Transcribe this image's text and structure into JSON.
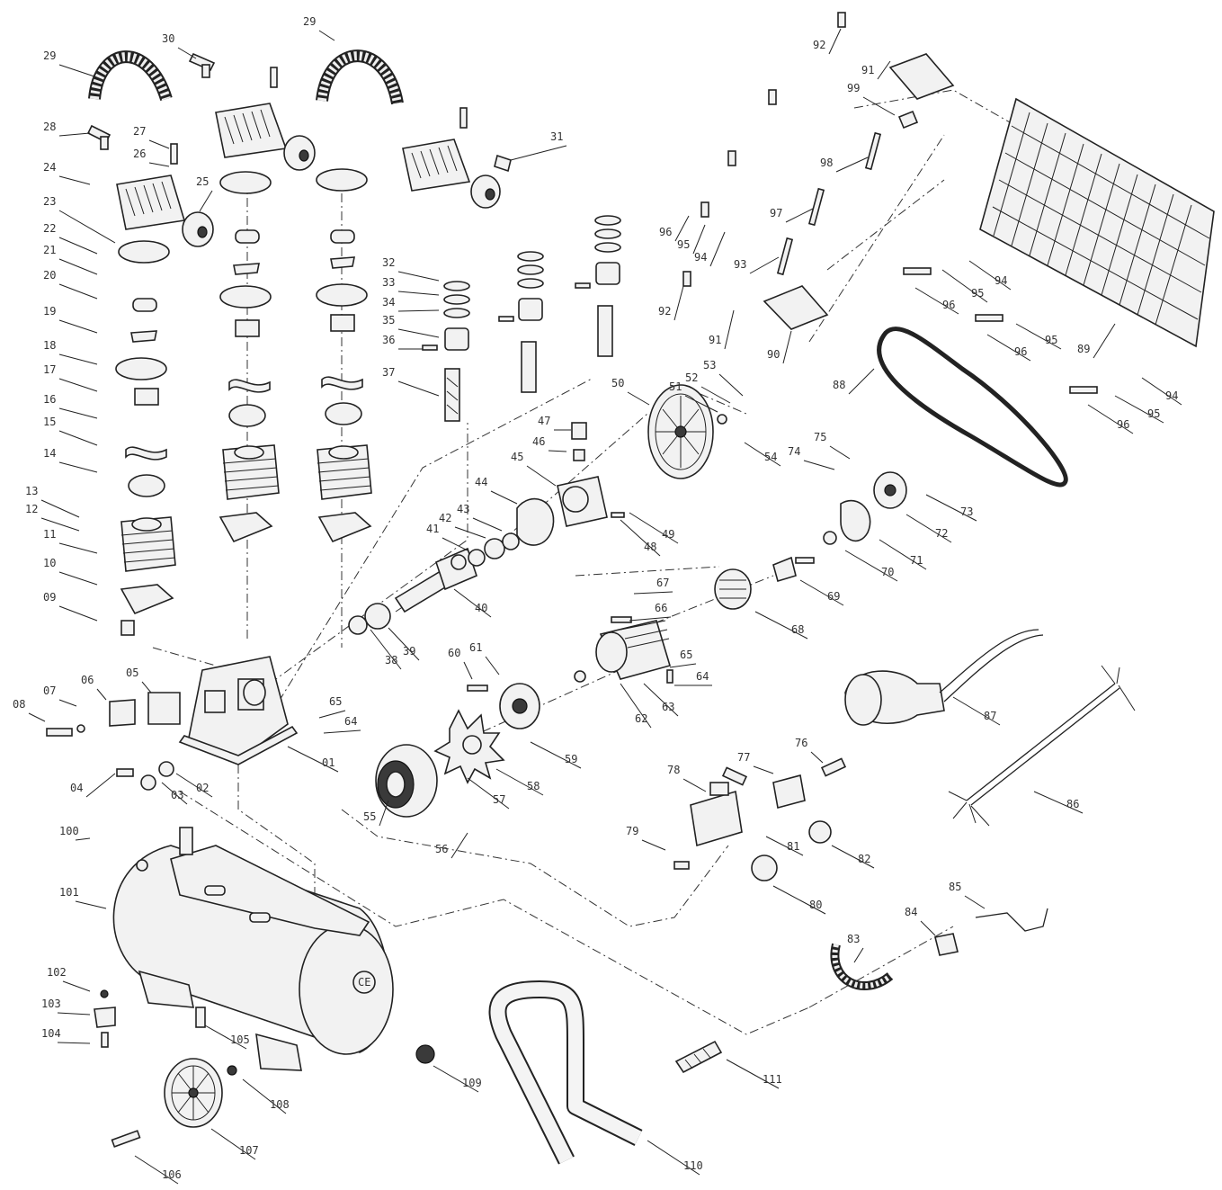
{
  "diagram": {
    "marks": {
      "ce_mark": "CE"
    },
    "labels": [
      {
        "id": "l29a",
        "text": "29"
      },
      {
        "id": "l30",
        "text": "30"
      },
      {
        "id": "l29b",
        "text": "29"
      },
      {
        "id": "l28",
        "text": "28"
      },
      {
        "id": "l27",
        "text": "27"
      },
      {
        "id": "l26",
        "text": "26"
      },
      {
        "id": "l25",
        "text": "25"
      },
      {
        "id": "l24",
        "text": "24"
      },
      {
        "id": "l23",
        "text": "23"
      },
      {
        "id": "l22",
        "text": "22"
      },
      {
        "id": "l21",
        "text": "21"
      },
      {
        "id": "l20",
        "text": "20"
      },
      {
        "id": "l19",
        "text": "19"
      },
      {
        "id": "l18",
        "text": "18"
      },
      {
        "id": "l17",
        "text": "17"
      },
      {
        "id": "l16",
        "text": "16"
      },
      {
        "id": "l15",
        "text": "15"
      },
      {
        "id": "l14",
        "text": "14"
      },
      {
        "id": "l13",
        "text": "13"
      },
      {
        "id": "l12",
        "text": "12"
      },
      {
        "id": "l11",
        "text": "11"
      },
      {
        "id": "l10",
        "text": "10"
      },
      {
        "id": "l09",
        "text": "09"
      },
      {
        "id": "l08",
        "text": "08"
      },
      {
        "id": "l07",
        "text": "07"
      },
      {
        "id": "l06",
        "text": "06"
      },
      {
        "id": "l05",
        "text": "05"
      },
      {
        "id": "l04",
        "text": "04"
      },
      {
        "id": "l03",
        "text": "03"
      },
      {
        "id": "l02",
        "text": "02"
      },
      {
        "id": "l01",
        "text": "01"
      },
      {
        "id": "l65a",
        "text": "65"
      },
      {
        "id": "l64a",
        "text": "64"
      },
      {
        "id": "l31",
        "text": "31"
      },
      {
        "id": "l32",
        "text": "32"
      },
      {
        "id": "l33",
        "text": "33"
      },
      {
        "id": "l34",
        "text": "34"
      },
      {
        "id": "l35",
        "text": "35"
      },
      {
        "id": "l36",
        "text": "36"
      },
      {
        "id": "l37",
        "text": "37"
      },
      {
        "id": "l38",
        "text": "38"
      },
      {
        "id": "l39",
        "text": "39"
      },
      {
        "id": "l40",
        "text": "40"
      },
      {
        "id": "l41",
        "text": "41"
      },
      {
        "id": "l42",
        "text": "42"
      },
      {
        "id": "l43",
        "text": "43"
      },
      {
        "id": "l44",
        "text": "44"
      },
      {
        "id": "l45",
        "text": "45"
      },
      {
        "id": "l46",
        "text": "46"
      },
      {
        "id": "l47",
        "text": "47"
      },
      {
        "id": "l48",
        "text": "48"
      },
      {
        "id": "l49",
        "text": "49"
      },
      {
        "id": "l50",
        "text": "50"
      },
      {
        "id": "l51",
        "text": "51"
      },
      {
        "id": "l52",
        "text": "52"
      },
      {
        "id": "l53",
        "text": "53"
      },
      {
        "id": "l54",
        "text": "54"
      },
      {
        "id": "l55",
        "text": "55"
      },
      {
        "id": "l56",
        "text": "56"
      },
      {
        "id": "l57",
        "text": "57"
      },
      {
        "id": "l58",
        "text": "58"
      },
      {
        "id": "l59",
        "text": "59"
      },
      {
        "id": "l60",
        "text": "60"
      },
      {
        "id": "l61",
        "text": "61"
      },
      {
        "id": "l62",
        "text": "62"
      },
      {
        "id": "l63",
        "text": "63"
      },
      {
        "id": "l64b",
        "text": "64"
      },
      {
        "id": "l65b",
        "text": "65"
      },
      {
        "id": "l66",
        "text": "66"
      },
      {
        "id": "l67",
        "text": "67"
      },
      {
        "id": "l68",
        "text": "68"
      },
      {
        "id": "l69",
        "text": "69"
      },
      {
        "id": "l70",
        "text": "70"
      },
      {
        "id": "l71",
        "text": "71"
      },
      {
        "id": "l72",
        "text": "72"
      },
      {
        "id": "l73",
        "text": "73"
      },
      {
        "id": "l74",
        "text": "74"
      },
      {
        "id": "l75",
        "text": "75"
      },
      {
        "id": "l76",
        "text": "76"
      },
      {
        "id": "l77",
        "text": "77"
      },
      {
        "id": "l78",
        "text": "78"
      },
      {
        "id": "l79",
        "text": "79"
      },
      {
        "id": "l80",
        "text": "80"
      },
      {
        "id": "l81",
        "text": "81"
      },
      {
        "id": "l82",
        "text": "82"
      },
      {
        "id": "l83",
        "text": "83"
      },
      {
        "id": "l84",
        "text": "84"
      },
      {
        "id": "l85",
        "text": "85"
      },
      {
        "id": "l86",
        "text": "86"
      },
      {
        "id": "l87",
        "text": "87"
      },
      {
        "id": "l88",
        "text": "88"
      },
      {
        "id": "l89",
        "text": "89"
      },
      {
        "id": "l90",
        "text": "90"
      },
      {
        "id": "l91a",
        "text": "91"
      },
      {
        "id": "l92a",
        "text": "92"
      },
      {
        "id": "l91b",
        "text": "91"
      },
      {
        "id": "l92b",
        "text": "92"
      },
      {
        "id": "l93",
        "text": "93"
      },
      {
        "id": "l94a",
        "text": "94"
      },
      {
        "id": "l95a",
        "text": "95"
      },
      {
        "id": "l96a",
        "text": "96"
      },
      {
        "id": "l97",
        "text": "97"
      },
      {
        "id": "l98",
        "text": "98"
      },
      {
        "id": "l99",
        "text": "99"
      },
      {
        "id": "l94b",
        "text": "94"
      },
      {
        "id": "l95b",
        "text": "95"
      },
      {
        "id": "l96b",
        "text": "96"
      },
      {
        "id": "l95c",
        "text": "95"
      },
      {
        "id": "l96c",
        "text": "96"
      },
      {
        "id": "l94c",
        "text": "94"
      },
      {
        "id": "l95d",
        "text": "95"
      },
      {
        "id": "l96d",
        "text": "96"
      },
      {
        "id": "l100",
        "text": "100"
      },
      {
        "id": "l101",
        "text": "101"
      },
      {
        "id": "l102",
        "text": "102"
      },
      {
        "id": "l103",
        "text": "103"
      },
      {
        "id": "l104",
        "text": "104"
      },
      {
        "id": "l105",
        "text": "105"
      },
      {
        "id": "l106",
        "text": "106"
      },
      {
        "id": "l107",
        "text": "107"
      },
      {
        "id": "l108",
        "text": "108"
      },
      {
        "id": "l109",
        "text": "109"
      },
      {
        "id": "l110",
        "text": "110"
      },
      {
        "id": "l111",
        "text": "111"
      }
    ]
  }
}
